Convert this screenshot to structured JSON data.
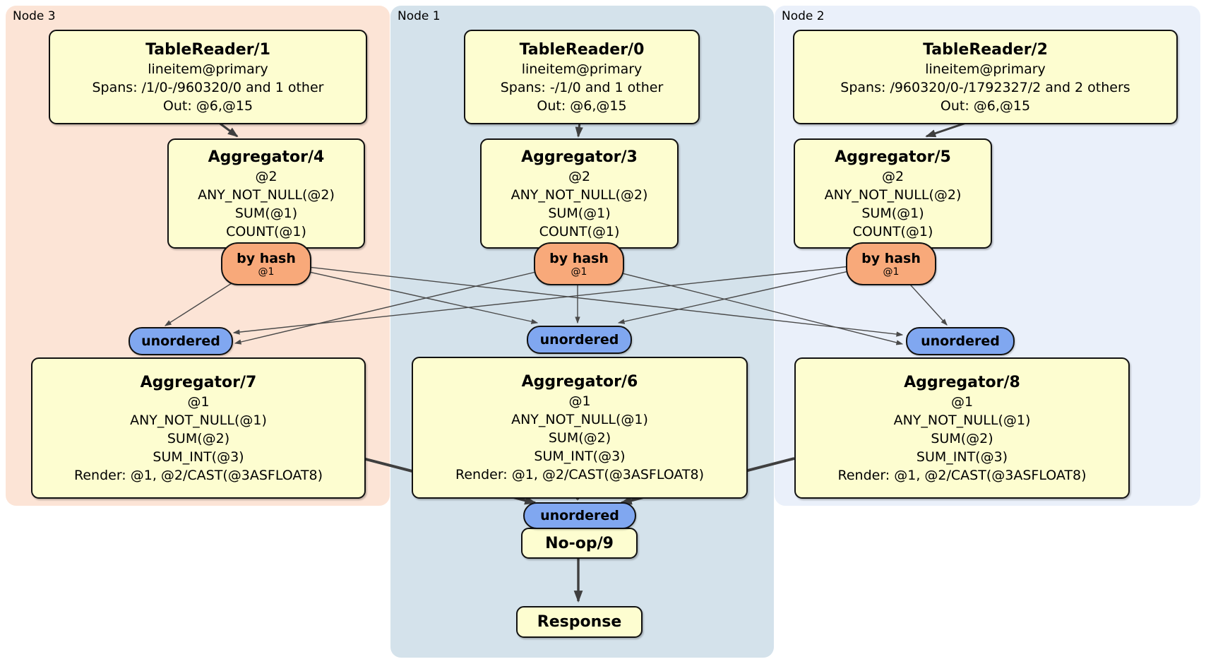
{
  "regions": [
    {
      "label": "Node 3",
      "tablereader": {
        "title": "TableReader/1",
        "lines": [
          "lineitem@primary",
          "Spans: /1/0-/960320/0 and 1 other",
          "Out: @6,@15"
        ]
      },
      "aggregator_top": {
        "title": "Aggregator/4",
        "lines": [
          "@2",
          "ANY_NOT_NULL(@2)",
          "SUM(@1)",
          "COUNT(@1)"
        ]
      },
      "hash_router": {
        "label": "by hash",
        "detail": "@1"
      },
      "stream": {
        "label": "unordered"
      },
      "aggregator_bottom": {
        "title": "Aggregator/7",
        "lines": [
          "@1",
          "ANY_NOT_NULL(@1)",
          "SUM(@2)",
          "SUM_INT(@3)",
          "Render: @1, @2/CAST(@3ASFLOAT8)"
        ]
      }
    },
    {
      "label": "Node 1",
      "tablereader": {
        "title": "TableReader/0",
        "lines": [
          "lineitem@primary",
          "Spans: -/1/0 and 1 other",
          "Out: @6,@15"
        ]
      },
      "aggregator_top": {
        "title": "Aggregator/3",
        "lines": [
          "@2",
          "ANY_NOT_NULL(@2)",
          "SUM(@1)",
          "COUNT(@1)"
        ]
      },
      "hash_router": {
        "label": "by hash",
        "detail": "@1"
      },
      "stream": {
        "label": "unordered"
      },
      "aggregator_bottom": {
        "title": "Aggregator/6",
        "lines": [
          "@1",
          "ANY_NOT_NULL(@1)",
          "SUM(@2)",
          "SUM_INT(@3)",
          "Render: @1, @2/CAST(@3ASFLOAT8)"
        ]
      }
    },
    {
      "label": "Node 2",
      "tablereader": {
        "title": "TableReader/2",
        "lines": [
          "lineitem@primary",
          "Spans: /960320/0-/1792327/2 and 2 others",
          "Out: @6,@15"
        ]
      },
      "aggregator_top": {
        "title": "Aggregator/5",
        "lines": [
          "@2",
          "ANY_NOT_NULL(@2)",
          "SUM(@1)",
          "COUNT(@1)"
        ]
      },
      "hash_router": {
        "label": "by hash",
        "detail": "@1"
      },
      "stream": {
        "label": "unordered"
      },
      "aggregator_bottom": {
        "title": "Aggregator/8",
        "lines": [
          "@1",
          "ANY_NOT_NULL(@1)",
          "SUM(@2)",
          "SUM_INT(@3)",
          "Render: @1, @2/CAST(@3ASFLOAT8)"
        ]
      }
    }
  ],
  "final_stage": {
    "stream_label": "unordered",
    "noop_title": "No-op/9",
    "response_title": "Response"
  },
  "colors": {
    "node3_bg": "#fce4d6",
    "node1_bg": "#d4e2eb",
    "node2_bg": "#eaf0fa",
    "processor_bg": "#fdfdd0",
    "processor_border": "#111111",
    "hash_router_bg": "#f8a97a",
    "stream_bg": "#80a7f0",
    "edge": "#404040"
  }
}
